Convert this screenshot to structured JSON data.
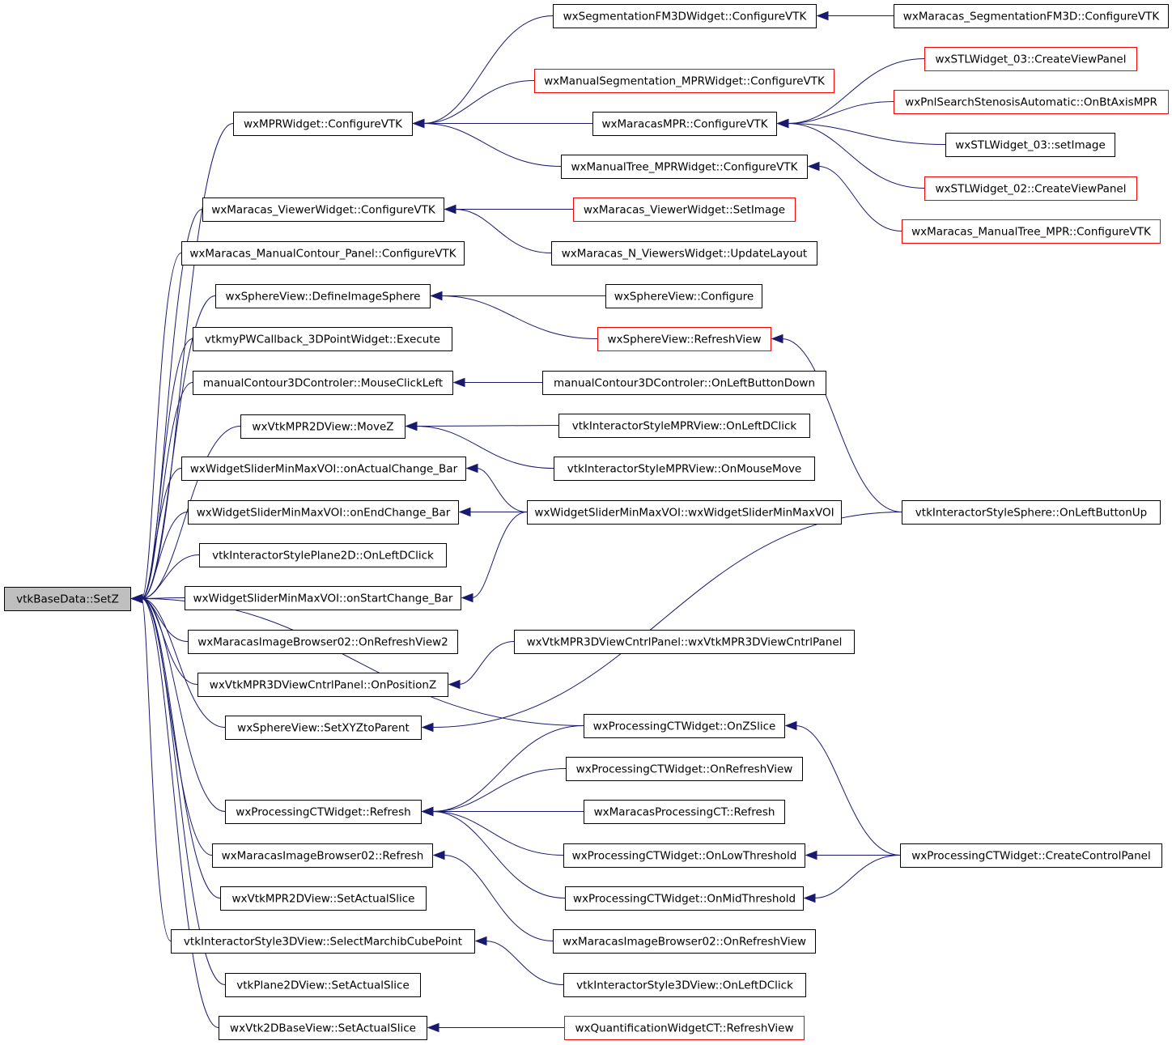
{
  "root": {
    "id": "root",
    "label": "vtkBaseData::SetZ"
  },
  "nodes": [
    {
      "id": "n_mpr_cfg",
      "label": "wxMPRWidget::ConfigureVTK",
      "truncated": false
    },
    {
      "id": "n_seg_fm3d",
      "label": "wxSegmentationFM3DWidget::ConfigureVTK",
      "truncated": false
    },
    {
      "id": "n_mar_seg_fm3d",
      "label": "wxMaracas_SegmentationFM3D::ConfigureVTK",
      "truncated": false
    },
    {
      "id": "n_manseg_mpr",
      "label": "wxManualSegmentation_MPRWidget::ConfigureVTK",
      "truncated": true
    },
    {
      "id": "n_mar_mpr",
      "label": "wxMaracasMPR::ConfigureVTK",
      "truncated": false
    },
    {
      "id": "n_manTree_mpr",
      "label": "wxManualTree_MPRWidget::ConfigureVTK",
      "truncated": false
    },
    {
      "id": "n_stl03_cvp",
      "label": "wxSTLWidget_03::CreateViewPanel",
      "truncated": true
    },
    {
      "id": "n_pnl_stenosis",
      "label": "wxPnlSearchStenosisAutomatic::OnBtAxisMPR",
      "truncated": true
    },
    {
      "id": "n_stl03_set",
      "label": "wxSTLWidget_03::setImage",
      "truncated": false
    },
    {
      "id": "n_stl02_cvp",
      "label": "wxSTLWidget_02::CreateViewPanel",
      "truncated": true
    },
    {
      "id": "n_mar_mantree",
      "label": "wxMaracas_ManualTree_MPR::ConfigureVTK",
      "truncated": true
    },
    {
      "id": "n_viewer_cfg",
      "label": "wxMaracas_ViewerWidget::ConfigureVTK",
      "truncated": false
    },
    {
      "id": "n_viewer_set",
      "label": "wxMaracas_ViewerWidget::SetImage",
      "truncated": true
    },
    {
      "id": "n_nviewers",
      "label": "wxMaracas_N_ViewersWidget::UpdateLayout",
      "truncated": false
    },
    {
      "id": "n_mancont_panel",
      "label": "wxMaracas_ManualContour_Panel::ConfigureVTK",
      "truncated": false
    },
    {
      "id": "n_sphere_def",
      "label": "wxSphereView::DefineImageSphere",
      "truncated": false
    },
    {
      "id": "n_sphere_cfg",
      "label": "wxSphereView::Configure",
      "truncated": false
    },
    {
      "id": "n_sphere_refresh",
      "label": "wxSphereView::RefreshView",
      "truncated": true
    },
    {
      "id": "n_pwcb",
      "label": "vtkmyPWCallback_3DPointWidget::Execute",
      "truncated": false
    },
    {
      "id": "n_mc3d_mcl",
      "label": "manualContour3DControler::MouseClickLeft",
      "truncated": false
    },
    {
      "id": "n_mc3d_olbd",
      "label": "manualContour3DControler::OnLeftButtonDown",
      "truncated": false
    },
    {
      "id": "n_mpr2d_movez",
      "label": "wxVtkMPR2DView::MoveZ",
      "truncated": false
    },
    {
      "id": "n_isMPR_dclick",
      "label": "vtkInteractorStyleMPRView::OnLeftDClick",
      "truncated": false
    },
    {
      "id": "n_isMPR_move",
      "label": "vtkInteractorStyleMPRView::OnMouseMove",
      "truncated": false
    },
    {
      "id": "n_slider_actual",
      "label": "wxWidgetSliderMinMaxVOI::onActualChange_Bar",
      "truncated": false
    },
    {
      "id": "n_slider_end",
      "label": "wxWidgetSliderMinMaxVOI::onEndChange_Bar",
      "truncated": false
    },
    {
      "id": "n_slider_ctor",
      "label": "wxWidgetSliderMinMaxVOI::wxWidgetSliderMinMaxVOI",
      "truncated": false
    },
    {
      "id": "n_isSphere_up",
      "label": "vtkInteractorStyleSphere::OnLeftButtonUp",
      "truncated": false
    },
    {
      "id": "n_isPlane2d",
      "label": "vtkInteractorStylePlane2D::OnLeftDClick",
      "truncated": false
    },
    {
      "id": "n_slider_start",
      "label": "wxWidgetSliderMinMaxVOI::onStartChange_Bar",
      "truncated": false
    },
    {
      "id": "n_imgbr_orv2",
      "label": "wxMaracasImageBrowser02::OnRefreshView2",
      "truncated": false
    },
    {
      "id": "n_mpr3d_ctor",
      "label": "wxVtkMPR3DViewCntrlPanel::wxVtkMPR3DViewCntrlPanel",
      "truncated": false
    },
    {
      "id": "n_mpr3d_posz",
      "label": "wxVtkMPR3DViewCntrlPanel::OnPositionZ",
      "truncated": false
    },
    {
      "id": "n_sphere_setxyz",
      "label": "wxSphereView::SetXYZtoParent",
      "truncated": false
    },
    {
      "id": "n_pct_onz",
      "label": "wxProcessingCTWidget::OnZSlice",
      "truncated": false
    },
    {
      "id": "n_pct_orv",
      "label": "wxProcessingCTWidget::OnRefreshView",
      "truncated": false
    },
    {
      "id": "n_pct_refresh",
      "label": "wxProcessingCTWidget::Refresh",
      "truncated": false
    },
    {
      "id": "n_marpct_refresh",
      "label": "wxMaracasProcessingCT::Refresh",
      "truncated": false
    },
    {
      "id": "n_pct_low",
      "label": "wxProcessingCTWidget::OnLowThreshold",
      "truncated": false
    },
    {
      "id": "n_pct_ccp",
      "label": "wxProcessingCTWidget::CreateControlPanel",
      "truncated": false
    },
    {
      "id": "n_imgbr_refresh",
      "label": "wxMaracasImageBrowser02::Refresh",
      "truncated": false
    },
    {
      "id": "n_pct_mid",
      "label": "wxProcessingCTWidget::OnMidThreshold",
      "truncated": false
    },
    {
      "id": "n_mpr2d_setslice",
      "label": "wxVtkMPR2DView::SetActualSlice",
      "truncated": false
    },
    {
      "id": "n_imgbr_orv",
      "label": "wxMaracasImageBrowser02::OnRefreshView",
      "truncated": false
    },
    {
      "id": "n_is3d_select",
      "label": "vtkInteractorStyle3DView::SelectMarchibCubePoint",
      "truncated": false
    },
    {
      "id": "n_is3d_dclick",
      "label": "vtkInteractorStyle3DView::OnLeftDClick",
      "truncated": false
    },
    {
      "id": "n_plane2d_setslice",
      "label": "vtkPlane2DView::SetActualSlice",
      "truncated": false
    },
    {
      "id": "n_base2d_setslice",
      "label": "wxVtk2DBaseView::SetActualSlice",
      "truncated": false
    },
    {
      "id": "n_quant_refresh",
      "label": "wxQuantificationWidgetCT::RefreshView",
      "truncated": true
    }
  ],
  "edges": [
    [
      "n_mpr_cfg",
      "root"
    ],
    [
      "n_viewer_cfg",
      "root"
    ],
    [
      "n_mancont_panel",
      "root"
    ],
    [
      "n_sphere_def",
      "root"
    ],
    [
      "n_pwcb",
      "root"
    ],
    [
      "n_mc3d_mcl",
      "root"
    ],
    [
      "n_mpr2d_movez",
      "root"
    ],
    [
      "n_slider_actual",
      "root"
    ],
    [
      "n_slider_end",
      "root"
    ],
    [
      "n_isPlane2d",
      "root"
    ],
    [
      "n_slider_start",
      "root"
    ],
    [
      "n_imgbr_orv2",
      "root"
    ],
    [
      "n_mpr3d_posz",
      "root"
    ],
    [
      "n_sphere_setxyz",
      "root"
    ],
    [
      "n_pct_onz",
      "root"
    ],
    [
      "n_pct_refresh",
      "root"
    ],
    [
      "n_imgbr_refresh",
      "root"
    ],
    [
      "n_mpr2d_setslice",
      "root"
    ],
    [
      "n_is3d_select",
      "root"
    ],
    [
      "n_plane2d_setslice",
      "root"
    ],
    [
      "n_base2d_setslice",
      "root"
    ],
    [
      "n_seg_fm3d",
      "n_mpr_cfg"
    ],
    [
      "n_manseg_mpr",
      "n_mpr_cfg"
    ],
    [
      "n_mar_mpr",
      "n_mpr_cfg"
    ],
    [
      "n_manTree_mpr",
      "n_mpr_cfg"
    ],
    [
      "n_mar_seg_fm3d",
      "n_seg_fm3d"
    ],
    [
      "n_stl03_cvp",
      "n_mar_mpr"
    ],
    [
      "n_pnl_stenosis",
      "n_mar_mpr"
    ],
    [
      "n_stl03_set",
      "n_mar_mpr"
    ],
    [
      "n_stl02_cvp",
      "n_mar_mpr"
    ],
    [
      "n_mar_mantree",
      "n_manTree_mpr"
    ],
    [
      "n_viewer_set",
      "n_viewer_cfg"
    ],
    [
      "n_nviewers",
      "n_viewer_cfg"
    ],
    [
      "n_sphere_cfg",
      "n_sphere_def"
    ],
    [
      "n_sphere_refresh",
      "n_sphere_def"
    ],
    [
      "n_isSphere_up",
      "n_sphere_refresh"
    ],
    [
      "n_isSphere_up",
      "n_sphere_setxyz"
    ],
    [
      "n_mc3d_olbd",
      "n_mc3d_mcl"
    ],
    [
      "n_isMPR_dclick",
      "n_mpr2d_movez"
    ],
    [
      "n_isMPR_move",
      "n_mpr2d_movez"
    ],
    [
      "n_slider_ctor",
      "n_slider_actual"
    ],
    [
      "n_slider_ctor",
      "n_slider_end"
    ],
    [
      "n_slider_ctor",
      "n_slider_start"
    ],
    [
      "n_mpr3d_ctor",
      "n_mpr3d_posz"
    ],
    [
      "n_pct_onz",
      "n_pct_refresh"
    ],
    [
      "n_pct_orv",
      "n_pct_refresh"
    ],
    [
      "n_marpct_refresh",
      "n_pct_refresh"
    ],
    [
      "n_pct_low",
      "n_pct_refresh"
    ],
    [
      "n_pct_mid",
      "n_pct_refresh"
    ],
    [
      "n_pct_ccp",
      "n_pct_onz"
    ],
    [
      "n_pct_ccp",
      "n_pct_low"
    ],
    [
      "n_pct_ccp",
      "n_pct_mid"
    ],
    [
      "n_imgbr_orv",
      "n_imgbr_refresh"
    ],
    [
      "n_is3d_dclick",
      "n_is3d_select"
    ],
    [
      "n_quant_refresh",
      "n_base2d_setslice"
    ]
  ],
  "colors": {
    "edge": "#191970",
    "node_border": "#000000",
    "truncated_border": "#ff0000",
    "root_fill": "#bfbfbf",
    "background": "#ffffff"
  }
}
